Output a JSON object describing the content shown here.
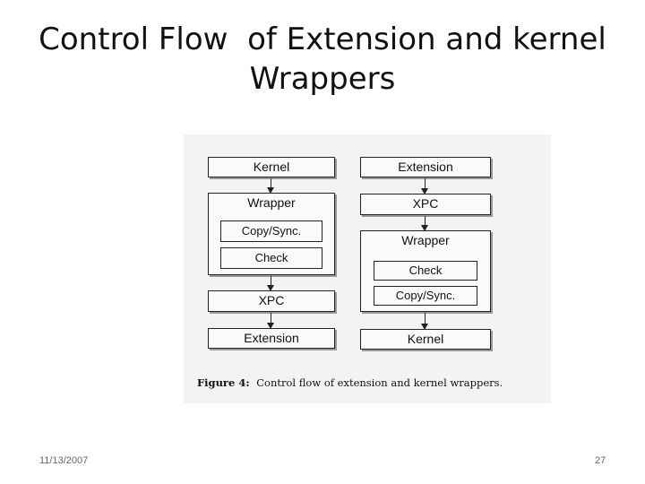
{
  "slide": {
    "title": "Control Flow  of Extension and kernel\nWrappers",
    "date": "11/13/2007",
    "page": "27"
  },
  "diagram": {
    "left": {
      "top": "Kernel",
      "wrapper": "Wrapper",
      "inner1": "Copy/Sync.",
      "inner2": "Check",
      "xpc": "XPC",
      "bottom": "Extension"
    },
    "right": {
      "top": "Extension",
      "xpc": "XPC",
      "wrapper": "Wrapper",
      "inner1": "Check",
      "inner2": "Copy/Sync.",
      "bottom": "Kernel"
    },
    "caption_label": "Figure 4:",
    "caption_text": "Control flow of extension and kernel wrappers."
  }
}
